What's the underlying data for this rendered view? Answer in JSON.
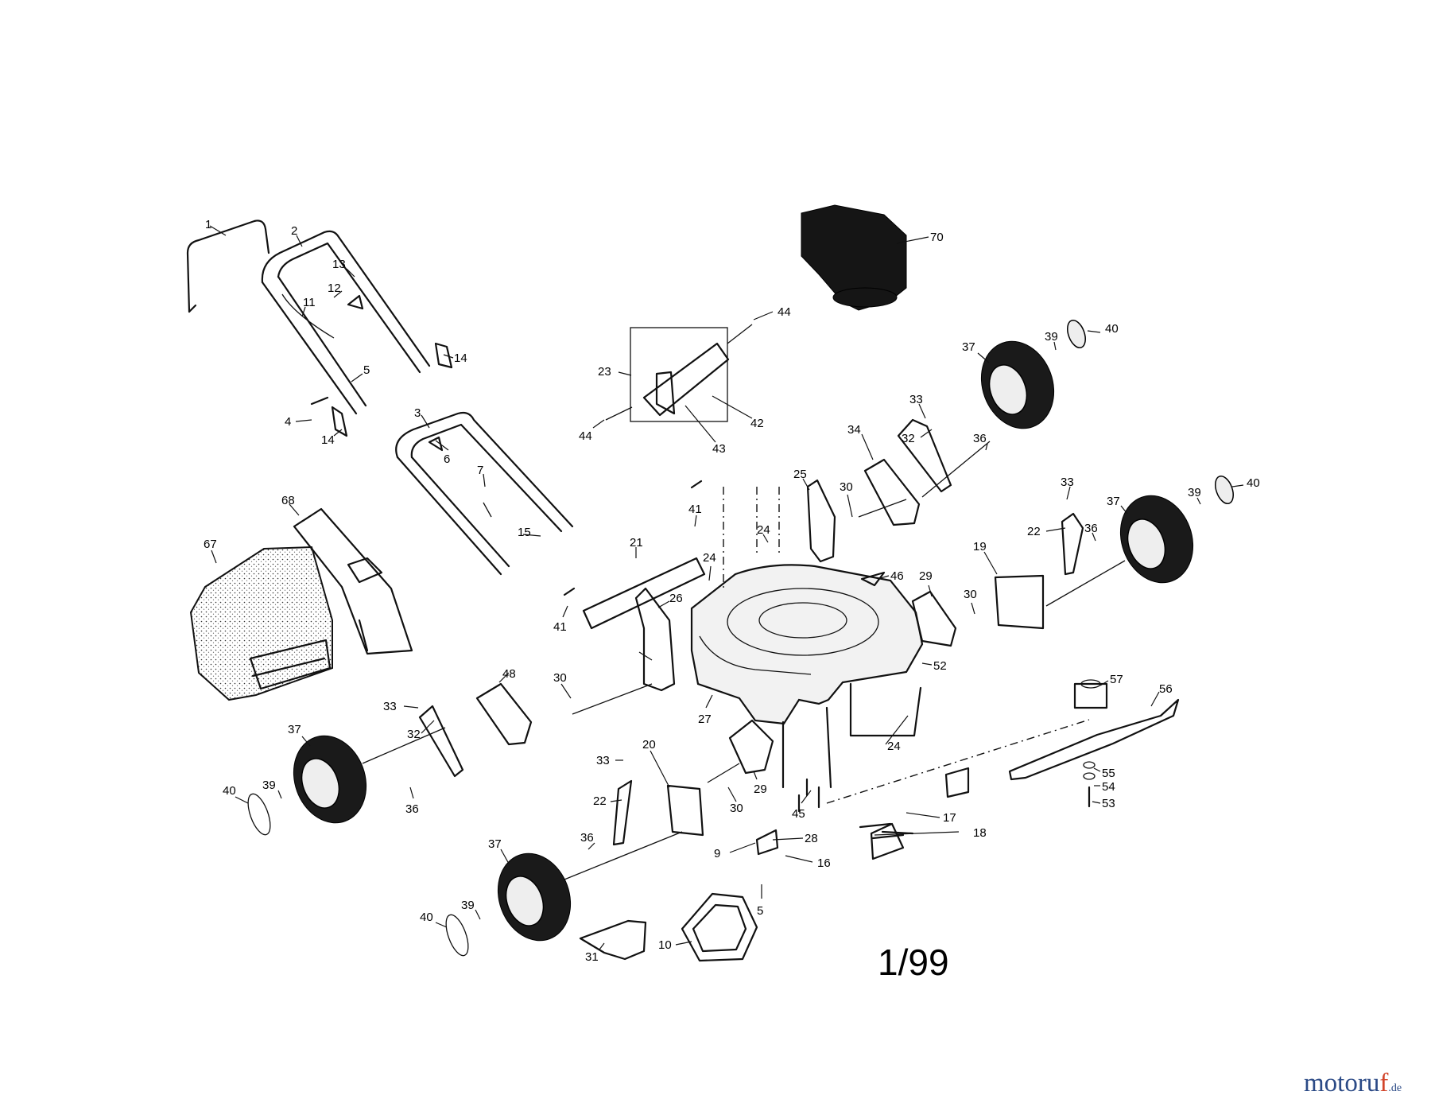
{
  "diagram": {
    "date_code": "1/99",
    "watermark": {
      "part1": "motoru",
      "part2": "f",
      "suffix": ".de"
    },
    "callouts": [
      "1",
      "2",
      "3",
      "4",
      "5",
      "6",
      "7",
      "9",
      "10",
      "11",
      "12",
      "13",
      "14",
      "15",
      "16",
      "17",
      "18",
      "19",
      "20",
      "21",
      "22",
      "23",
      "24",
      "25",
      "26",
      "27",
      "28",
      "29",
      "30",
      "31",
      "32",
      "33",
      "34",
      "36",
      "37",
      "39",
      "40",
      "41",
      "42",
      "43",
      "44",
      "45",
      "46",
      "48",
      "52",
      "53",
      "54",
      "55",
      "56",
      "57",
      "67",
      "68",
      "70"
    ]
  }
}
